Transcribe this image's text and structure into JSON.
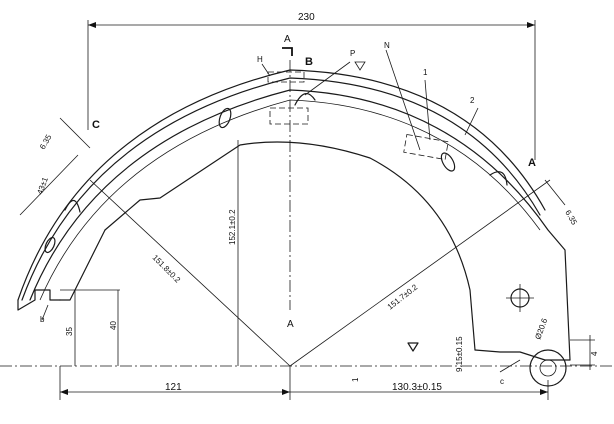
{
  "section_marks": {
    "top": "A",
    "bottom": "A"
  },
  "point_labels": {
    "b_upper": "B",
    "c": "C",
    "a_right": "A",
    "h": "H",
    "p": "P",
    "n": "N"
  },
  "part_numbers": {
    "part1": "1",
    "part2": "2"
  },
  "small_labels": {
    "b_lower": "b",
    "c_lower": "c"
  },
  "dimensions": {
    "overall_width": "230",
    "thickness_left": "6.35",
    "thickness_right": "6.35",
    "edge_length": "43±1",
    "radius_left": "151.8±0.2",
    "height_center": "152.1±0.2",
    "radius_right": "151.7±0.2",
    "foot_height_35": "35",
    "foot_height_40": "40",
    "base_left": "121",
    "base_right": "130.3±0.15",
    "step_1": "1",
    "hole_offset": "9.15±0.15",
    "pin_diameter": "Ø20.6",
    "pin_height": "4"
  }
}
